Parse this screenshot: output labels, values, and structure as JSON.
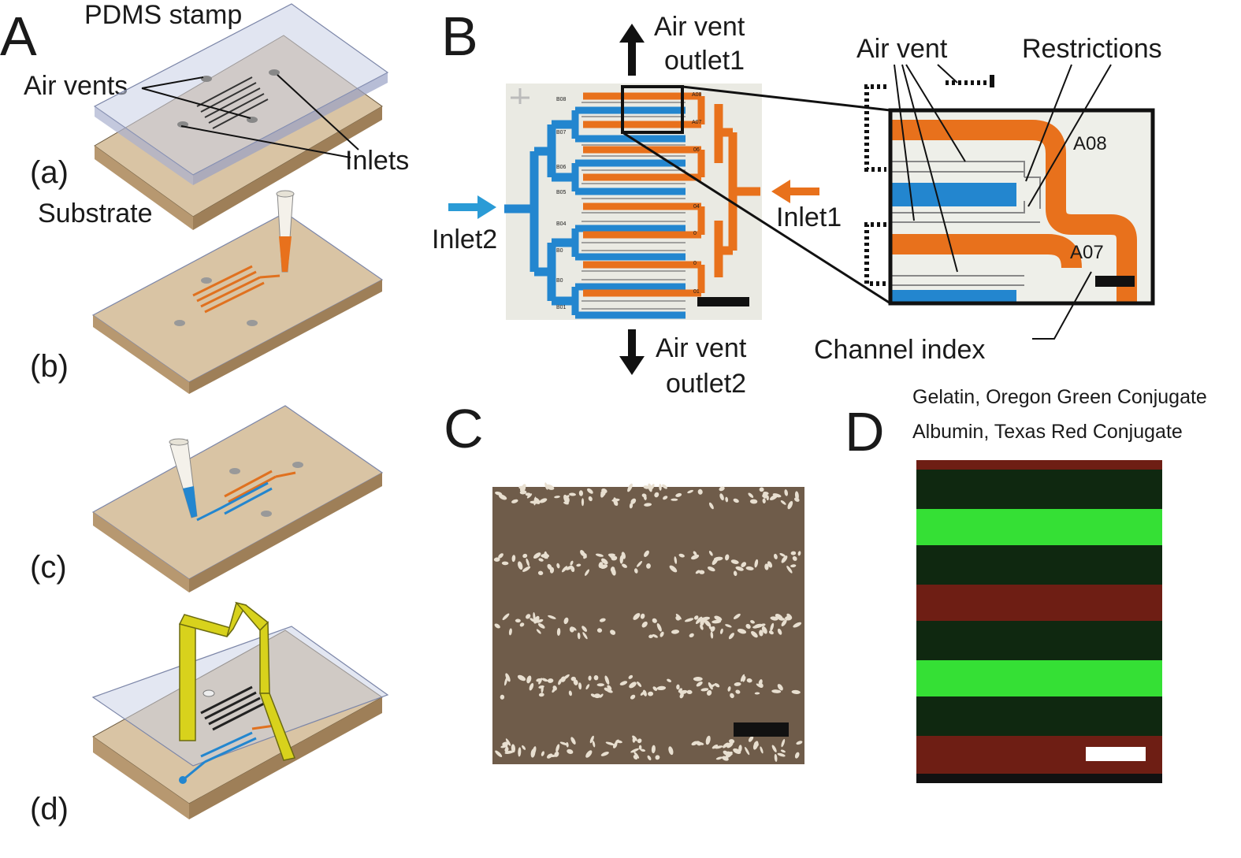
{
  "panel_a": {
    "letter": "A",
    "labels": {
      "pdms_stamp": "PDMS stamp",
      "air_vents": "Air vents",
      "inlets": "Inlets",
      "substrate": "Substrate"
    },
    "steps": [
      "(a)",
      "(b)",
      "(c)",
      "(d)"
    ]
  },
  "panel_b": {
    "letter": "B",
    "outlet1": [
      "Air vent",
      "outlet1"
    ],
    "outlet2": [
      "Air vent",
      "outlet2"
    ],
    "inlet1": "Inlet1",
    "inlet2": "Inlet2",
    "zoom_labels": {
      "air_vent": "Air vent",
      "restrictions": "Restrictions",
      "channel_index": "Channel index",
      "index_top": "A08",
      "index_bottom": "A07"
    },
    "channel_indices": {
      "left": [
        "B08",
        "B07",
        "B06",
        "B05",
        "B04",
        "B0",
        "B0",
        "B01"
      ],
      "right": [
        "A08",
        "A07",
        "06",
        "",
        "04",
        "0",
        "0",
        "01"
      ]
    },
    "colors": {
      "inlet1": "#e8711c",
      "inlet2": "#2386cf"
    }
  },
  "panel_c": {
    "letter": "C"
  },
  "panel_d": {
    "letter": "D",
    "legend": [
      {
        "text": "Gelatin, Oregon Green Conjugate",
        "color": "#1a8a1a"
      },
      {
        "text": "Albumin, Texas Red Conjugate",
        "color": "#7a1c1c"
      }
    ]
  }
}
